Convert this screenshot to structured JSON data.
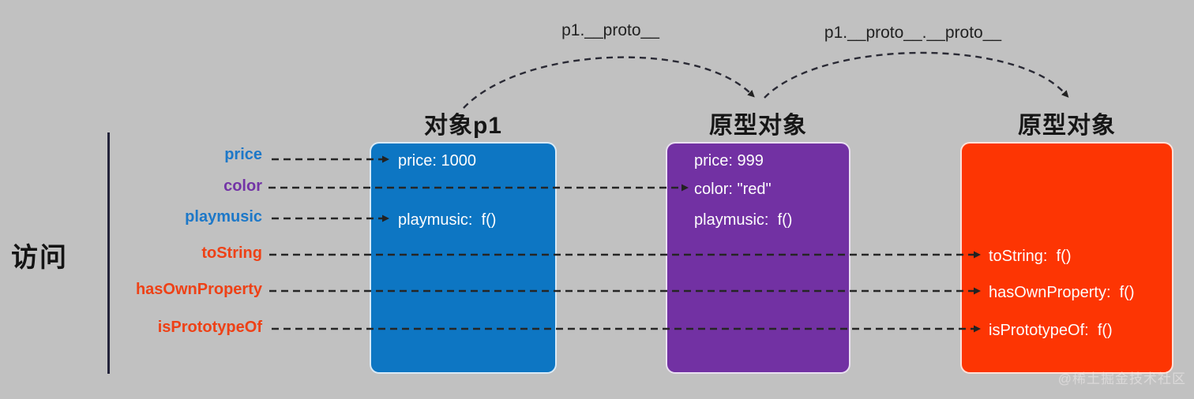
{
  "page": {
    "background": "#c1c1c1",
    "watermark": "@稀土掘金技术社区"
  },
  "access": {
    "label": "访问",
    "properties": [
      {
        "name": "price",
        "color": "#1d78c8",
        "target": "对象p1"
      },
      {
        "name": "color",
        "color": "#7334a6",
        "target": "原型对象"
      },
      {
        "name": "playmusic",
        "color": "#1d78c8",
        "target": "对象p1"
      },
      {
        "name": "toString",
        "color": "#ee4116",
        "target": "原型对象(顶层)"
      },
      {
        "name": "hasOwnProperty",
        "color": "#ee4116",
        "target": "原型对象(顶层)"
      },
      {
        "name": "isPrototypeOf",
        "color": "#ee4116",
        "target": "原型对象(顶层)"
      }
    ]
  },
  "proto_links": [
    {
      "label": "p1.__proto__"
    },
    {
      "label": "p1.__proto__.__proto__"
    }
  ],
  "objects": [
    {
      "title": "对象p1",
      "color": "#0d76c3",
      "entries": [
        "price: 1000",
        "playmusic:  f()"
      ]
    },
    {
      "title": "原型对象",
      "color": "#7231a3",
      "entries": [
        "price: 999",
        "color: \"red\"",
        "playmusic:  f()"
      ]
    },
    {
      "title": "原型对象",
      "color": "#fd3503",
      "entries": [
        "toString:  f()",
        "hasOwnProperty:  f()",
        "isPrototypeOf:  f()"
      ]
    }
  ]
}
